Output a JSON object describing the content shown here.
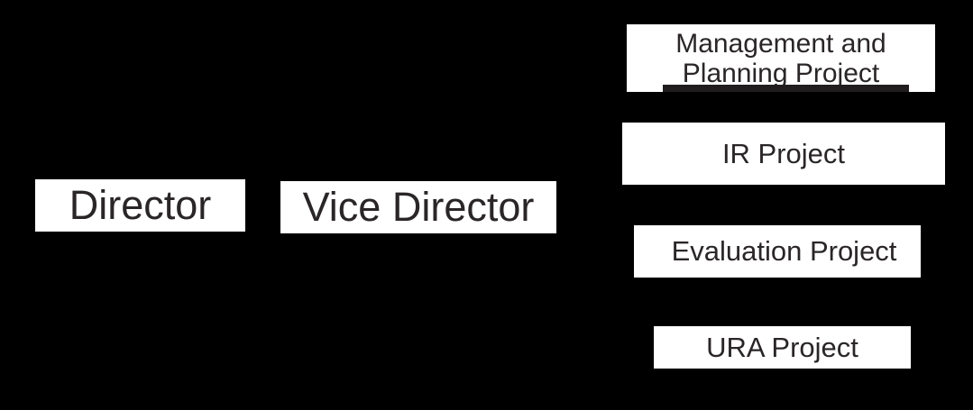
{
  "diagram": {
    "type": "org-chart",
    "colors": {
      "background": "#000000",
      "node_fill": "#ffffff",
      "node_text": "#2a2627",
      "underline_bar": "#211d1e"
    },
    "nodes": {
      "director": {
        "label": "Director"
      },
      "vice_director": {
        "label": "Vice Director"
      },
      "management_planning": {
        "label": "Management and Planning Project",
        "line1": "Management and",
        "line2": "Planning Project",
        "underlined": "true"
      },
      "ir": {
        "label": "IR Project"
      },
      "evaluation": {
        "label": "Evaluation Project"
      },
      "ura": {
        "label": "URA Project"
      }
    }
  }
}
